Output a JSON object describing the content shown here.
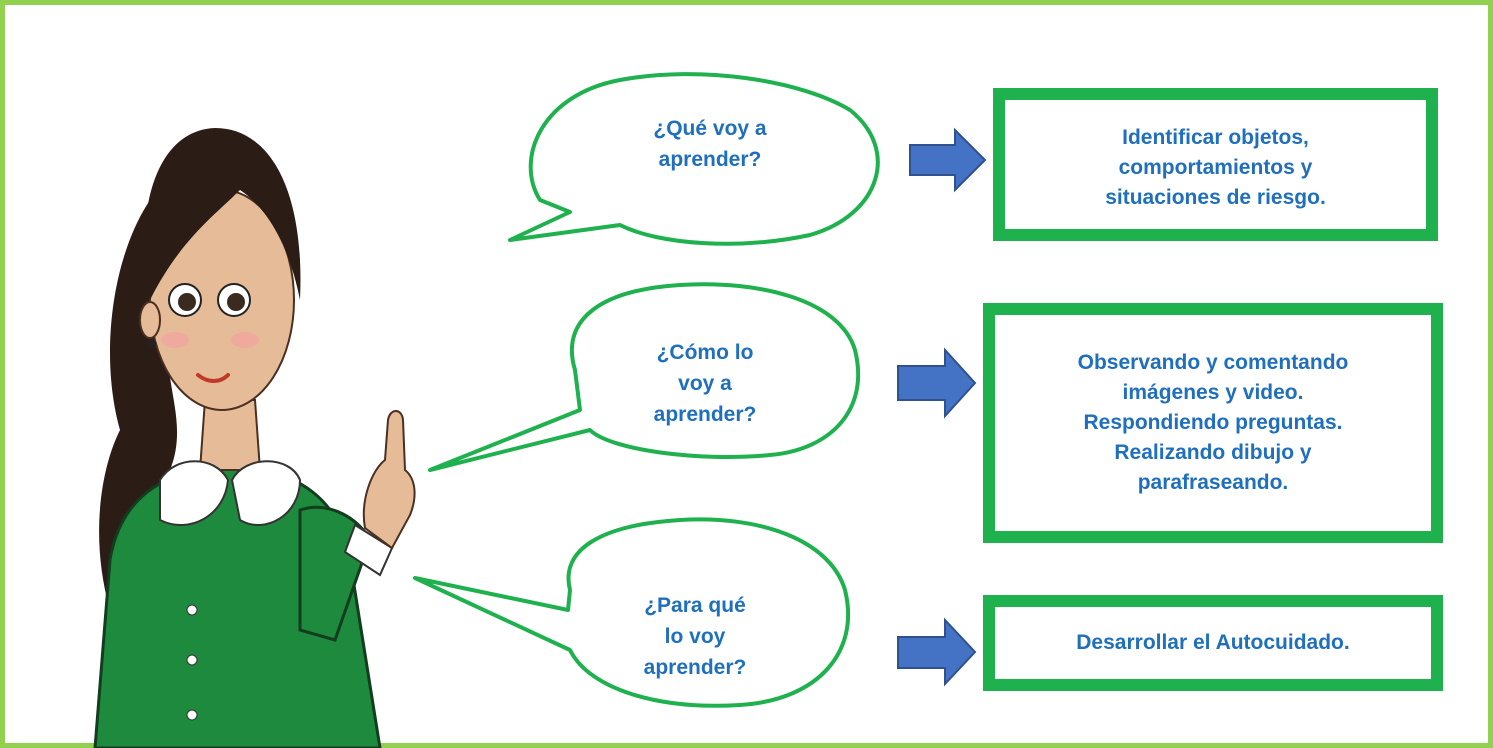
{
  "frame": {
    "border_color": "#92d050"
  },
  "colors": {
    "bubble_border": "#1eb14e",
    "box_border": "#1eb14e",
    "text": "#1f6fbf",
    "arrow_fill": "#4472c4",
    "dress": "#1e8a3e"
  },
  "rows": [
    {
      "question": "¿Qué voy a\naprender?",
      "answer": "Identificar objetos,\ncomportamientos y\nsituaciones de riesgo."
    },
    {
      "question": "¿Cómo lo\nvoy a\naprender?",
      "answer": "Observando y comentando\nimágenes y video.\nRespondiendo preguntas.\nRealizando dibujo y\nparafraseando."
    },
    {
      "question": "¿Para qué\nlo voy\naprender?",
      "answer": "Desarrollar el Autocuidado."
    }
  ],
  "illustration": {
    "subject": "teacher-pointing-illustration"
  },
  "icons": [
    "arrow-right-icon"
  ]
}
